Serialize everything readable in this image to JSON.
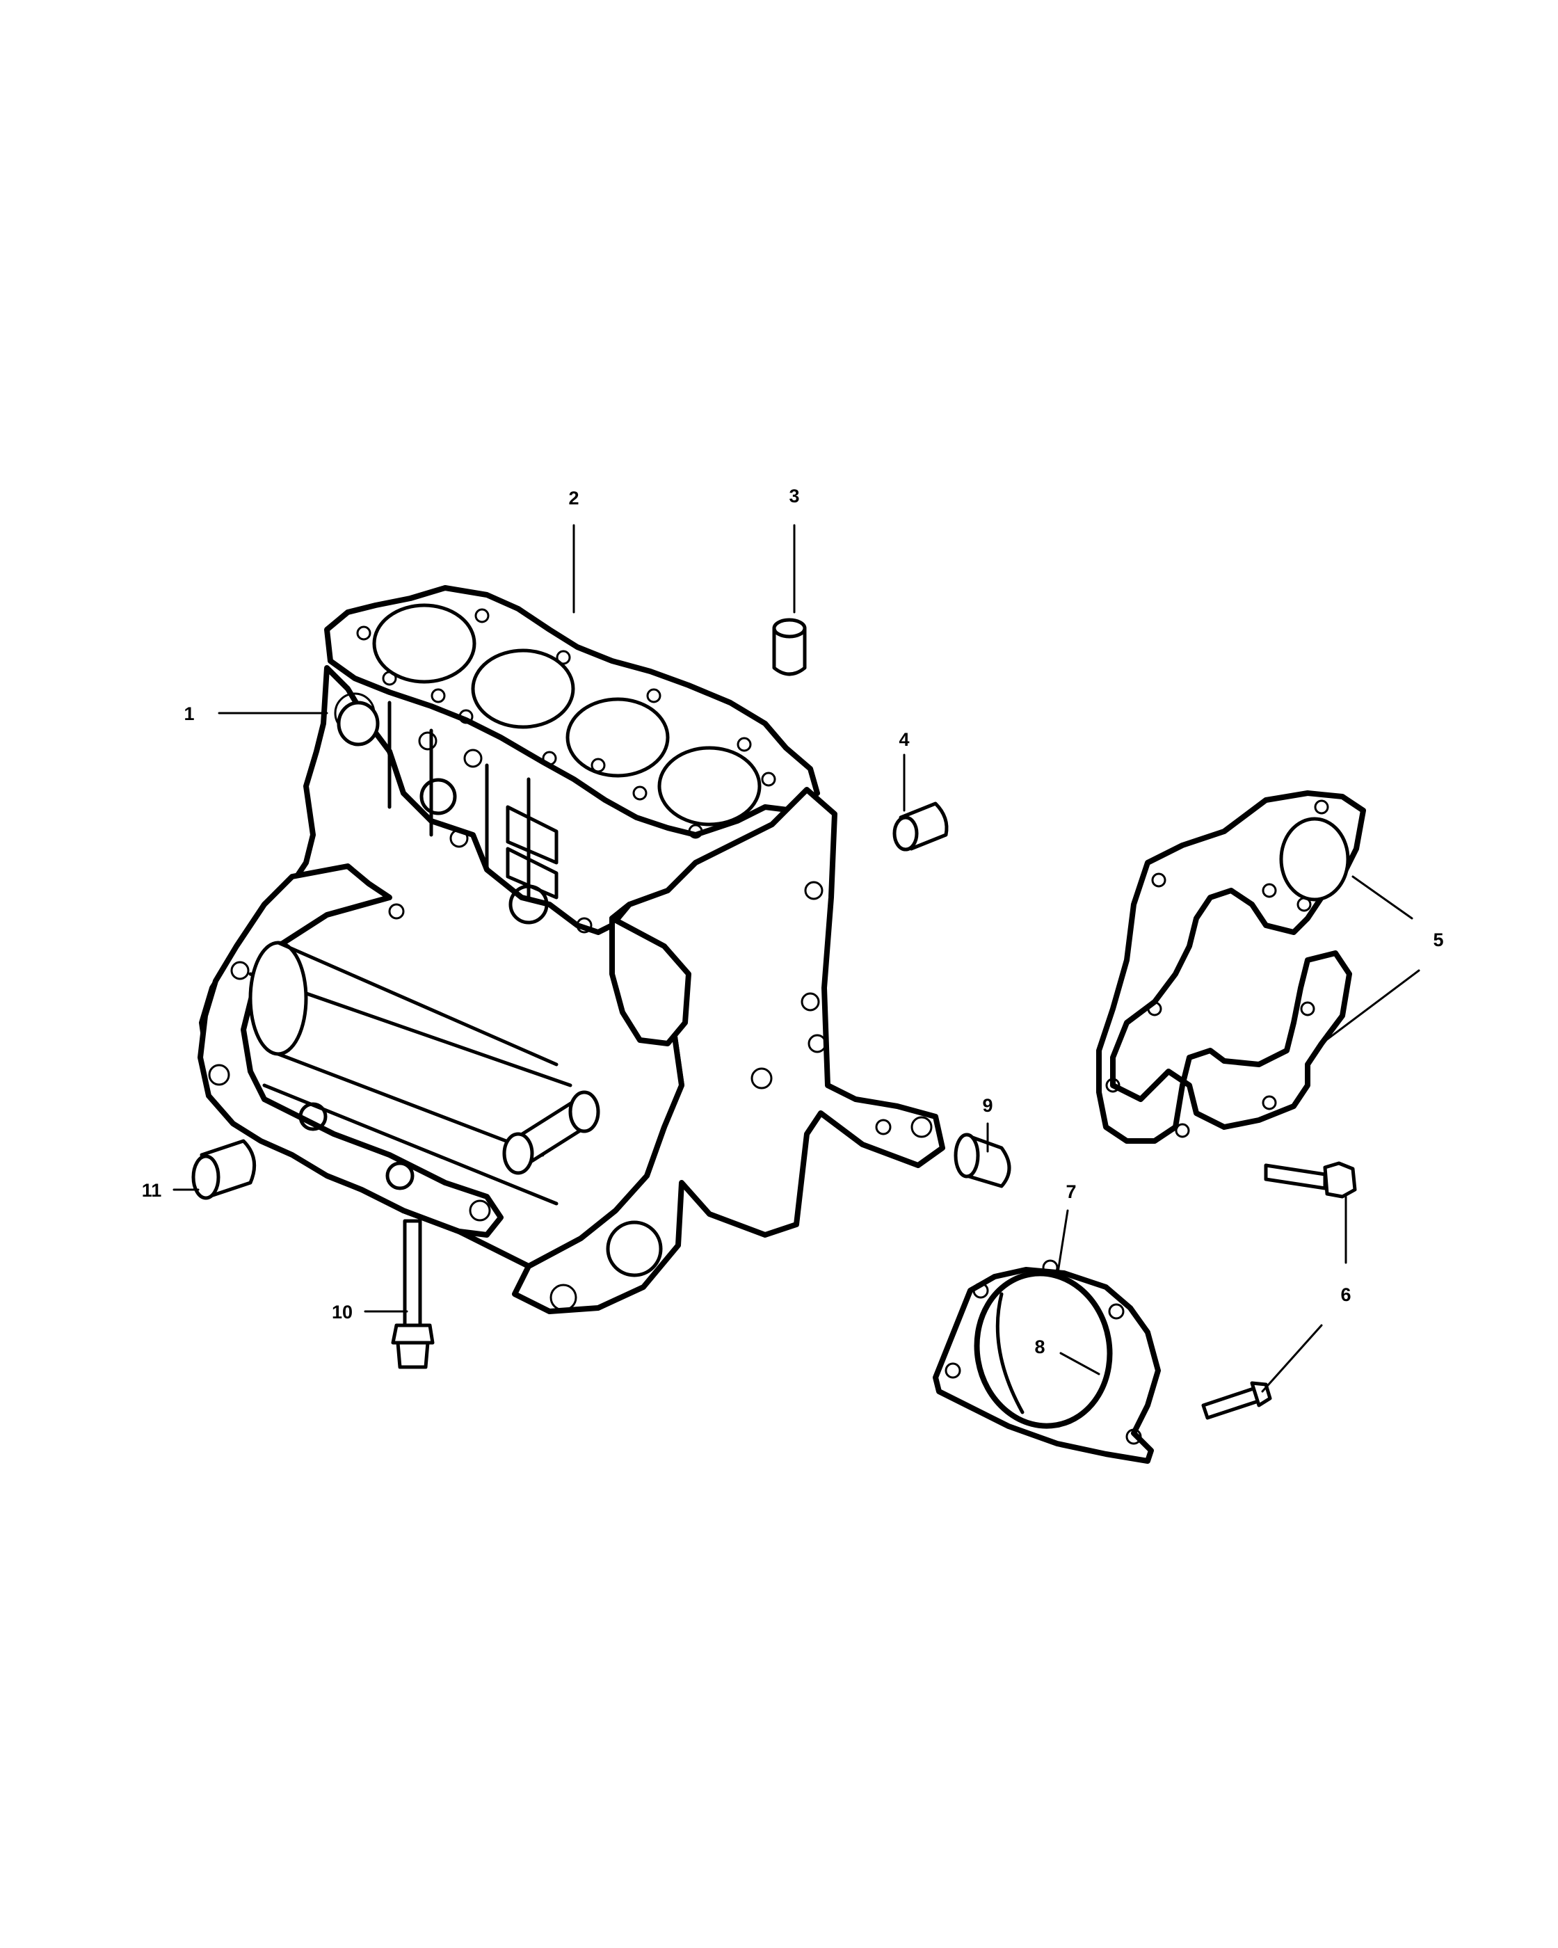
{
  "diagram": {
    "callouts": [
      {
        "id": "c1",
        "label": "1",
        "part": "cylinder-block-plug"
      },
      {
        "id": "c2",
        "label": "2",
        "part": "cylinder-block"
      },
      {
        "id": "c3",
        "label": "3",
        "part": "dowel-pin"
      },
      {
        "id": "c4",
        "label": "4",
        "part": "dowel-pin"
      },
      {
        "id": "c5",
        "label": "5",
        "part": "transmission-adapter-plate"
      },
      {
        "id": "c6",
        "label": "6",
        "part": "bolt"
      },
      {
        "id": "c7",
        "label": "7",
        "part": "rear-seal-retainer"
      },
      {
        "id": "c8",
        "label": "8",
        "part": "rear-crankshaft-seal"
      },
      {
        "id": "c9",
        "label": "9",
        "part": "dowel"
      },
      {
        "id": "c10",
        "label": "10",
        "part": "bolt"
      },
      {
        "id": "c11",
        "label": "11",
        "part": "core-plug"
      }
    ]
  }
}
